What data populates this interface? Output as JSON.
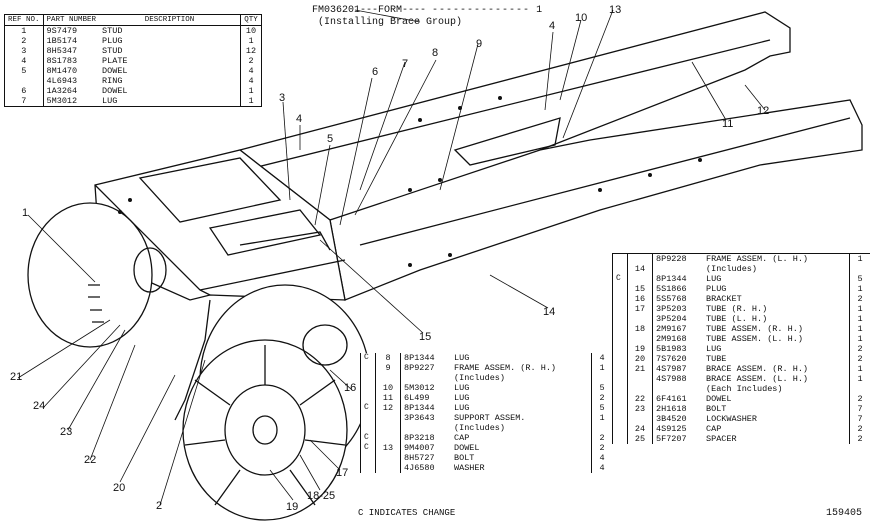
{
  "header": {
    "form_line": "FM036201---FORM----",
    "form_tail": "1",
    "subtitle": "(Installing Brace Group)"
  },
  "table_top": {
    "columns": [
      "REF NO.",
      "PART NUMBER",
      "DESCRIPTION",
      "QTY"
    ],
    "rows": [
      {
        "ref": "1",
        "part": "9S7479",
        "desc": "STUD",
        "qty": "10"
      },
      {
        "ref": "2",
        "part": "1B5174",
        "desc": "PLUG",
        "qty": "1"
      },
      {
        "ref": "3",
        "part": "8H5347",
        "desc": "STUD",
        "qty": "12"
      },
      {
        "ref": "4",
        "part": "8S1783",
        "desc": "PLATE",
        "qty": "2"
      },
      {
        "ref": "5",
        "part": "8M1470",
        "desc": "DOWEL",
        "qty": "4"
      },
      {
        "ref": "",
        "part": "4L6943",
        "desc": "RING",
        "qty": "4"
      },
      {
        "ref": "6",
        "part": "1A3264",
        "desc": "DOWEL",
        "qty": "1"
      },
      {
        "ref": "7",
        "part": "5M3012",
        "desc": "LUG",
        "qty": "1"
      }
    ]
  },
  "table_mid": {
    "rows": [
      {
        "c": "C",
        "ref": "8",
        "part": "8P1344",
        "desc": "LUG",
        "qty": "4"
      },
      {
        "c": "",
        "ref": "9",
        "part": "8P9227",
        "desc": "FRAME ASSEM. (R. H.)",
        "qty": "1"
      },
      {
        "c": "",
        "ref": "",
        "part": "",
        "desc": "(Includes)",
        "qty": ""
      },
      {
        "c": "",
        "ref": "10",
        "part": "5M3012",
        "desc": "LUG",
        "qty": "5"
      },
      {
        "c": "",
        "ref": "11",
        "part": "6L499",
        "desc": "LUG",
        "qty": "2"
      },
      {
        "c": "C",
        "ref": "12",
        "part": "8P1344",
        "desc": "LUG",
        "qty": "5"
      },
      {
        "c": "",
        "ref": "",
        "part": "3P3643",
        "desc": "SUPPORT ASSEM.",
        "qty": "1"
      },
      {
        "c": "",
        "ref": "",
        "part": "",
        "desc": "(Includes)",
        "qty": ""
      },
      {
        "c": "C",
        "ref": "",
        "part": "8P3218",
        "desc": "CAP",
        "qty": "2"
      },
      {
        "c": "C",
        "ref": "13",
        "part": "9M4007",
        "desc": "DOWEL",
        "qty": "2"
      },
      {
        "c": "",
        "ref": "",
        "part": "8H5727",
        "desc": "BOLT",
        "qty": "4"
      },
      {
        "c": "",
        "ref": "",
        "part": "4J6580",
        "desc": "WASHER",
        "qty": "4"
      }
    ]
  },
  "table_right": {
    "rows": [
      {
        "c": "",
        "ref": "",
        "part": "8P9228",
        "desc": "FRAME ASSEM. (L. H.)",
        "qty": "1"
      },
      {
        "c": "",
        "ref": "14",
        "part": "",
        "desc": "(Includes)",
        "qty": ""
      },
      {
        "c": "C",
        "ref": "",
        "part": "8P1344",
        "desc": "LUG",
        "qty": "5"
      },
      {
        "c": "",
        "ref": "15",
        "part": "5S1866",
        "desc": "PLUG",
        "qty": "1"
      },
      {
        "c": "",
        "ref": "16",
        "part": "5S5768",
        "desc": "BRACKET",
        "qty": "2"
      },
      {
        "c": "",
        "ref": "17",
        "part": "3P5203",
        "desc": "TUBE (R. H.)",
        "qty": "1"
      },
      {
        "c": "",
        "ref": "",
        "part": "3P5204",
        "desc": "TUBE (L. H.)",
        "qty": "1"
      },
      {
        "c": "",
        "ref": "18",
        "part": "2M9167",
        "desc": "TUBE ASSEM. (R. H.)",
        "qty": "1"
      },
      {
        "c": "",
        "ref": "",
        "part": "2M9168",
        "desc": "TUBE ASSEM. (L. H.)",
        "qty": "1"
      },
      {
        "c": "",
        "ref": "19",
        "part": "5B1983",
        "desc": "LUG",
        "qty": "2"
      },
      {
        "c": "",
        "ref": "20",
        "part": "7S7620",
        "desc": "TUBE",
        "qty": "2"
      },
      {
        "c": "",
        "ref": "21",
        "part": "4S7987",
        "desc": "BRACE ASSEM. (R. H.)",
        "qty": "1"
      },
      {
        "c": "",
        "ref": "",
        "part": "4S7988",
        "desc": "BRACE ASSEM. (L. H.)",
        "qty": "1"
      },
      {
        "c": "",
        "ref": "",
        "part": "",
        "desc": "(Each Includes)",
        "qty": ""
      },
      {
        "c": "",
        "ref": "22",
        "part": "6F4161",
        "desc": "DOWEL",
        "qty": "2"
      },
      {
        "c": "",
        "ref": "23",
        "part": "2H1618",
        "desc": "BOLT",
        "qty": "7"
      },
      {
        "c": "",
        "ref": "",
        "part": "3B4520",
        "desc": "LOCKWASHER",
        "qty": "7"
      },
      {
        "c": "",
        "ref": "24",
        "part": "4S9125",
        "desc": "CAP",
        "qty": "2"
      },
      {
        "c": "",
        "ref": "25",
        "part": "5F7207",
        "desc": "SPACER",
        "qty": "2"
      }
    ]
  },
  "footer": {
    "note": "C INDICATES CHANGE",
    "figure_number": "159405"
  },
  "callouts": [
    "1",
    "2",
    "3",
    "4",
    "5",
    "6",
    "7",
    "8",
    "9",
    "10",
    "11",
    "12",
    "13",
    "14",
    "15",
    "16",
    "17",
    "18-25",
    "19",
    "20",
    "21",
    "22",
    "23",
    "24"
  ]
}
